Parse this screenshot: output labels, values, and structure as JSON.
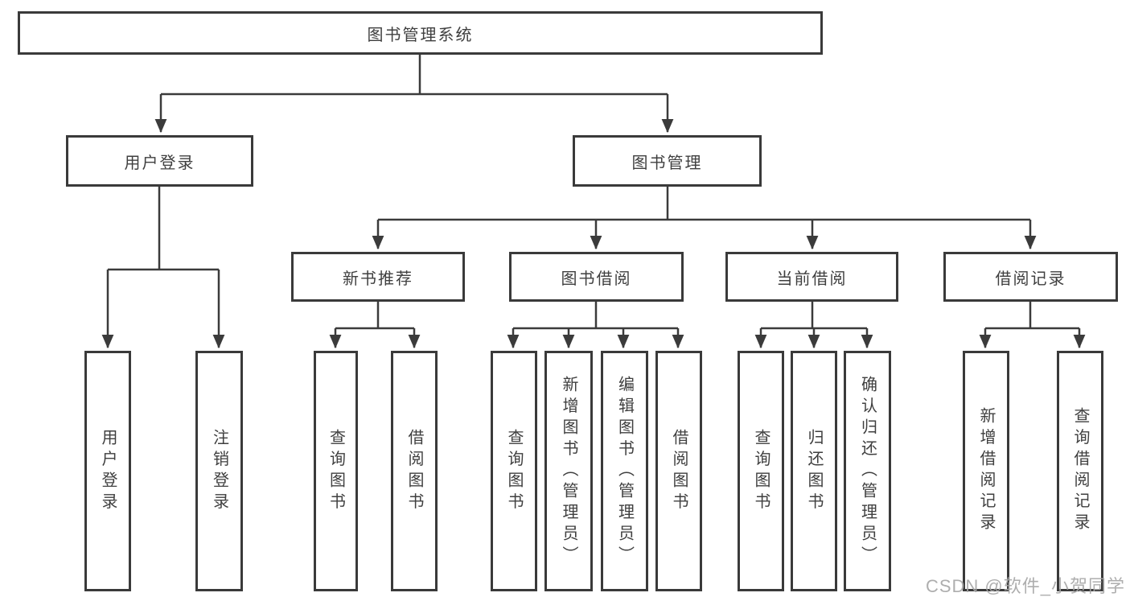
{
  "colors": {
    "line": "#3b3b3b",
    "border": "#3a3a3a",
    "text": "#3f3f3f",
    "watermark": "#a6a6a6",
    "background": "#ffffff"
  },
  "tree": {
    "root": {
      "label": "图书管理系统"
    },
    "branches": [
      {
        "label": "用户登录",
        "children": [
          {
            "label": "用户登录"
          },
          {
            "label": "注销登录"
          }
        ]
      },
      {
        "label": "图书管理",
        "children": [
          {
            "label": "新书推荐",
            "children": [
              {
                "label": "查询图书"
              },
              {
                "label": "借阅图书"
              }
            ]
          },
          {
            "label": "图书借阅",
            "children": [
              {
                "label": "查询图书"
              },
              {
                "label": "新增图书（管理员）"
              },
              {
                "label": "编辑图书（管理员）"
              },
              {
                "label": "借阅图书"
              }
            ]
          },
          {
            "label": "当前借阅",
            "children": [
              {
                "label": "查询图书"
              },
              {
                "label": "归还图书"
              },
              {
                "label": "确认归还（管理员）"
              }
            ]
          },
          {
            "label": "借阅记录",
            "children": [
              {
                "label": "新增借阅记录"
              },
              {
                "label": "查询借阅记录"
              }
            ]
          }
        ]
      }
    ]
  },
  "watermark": "CSDN @软件_小贺同学"
}
